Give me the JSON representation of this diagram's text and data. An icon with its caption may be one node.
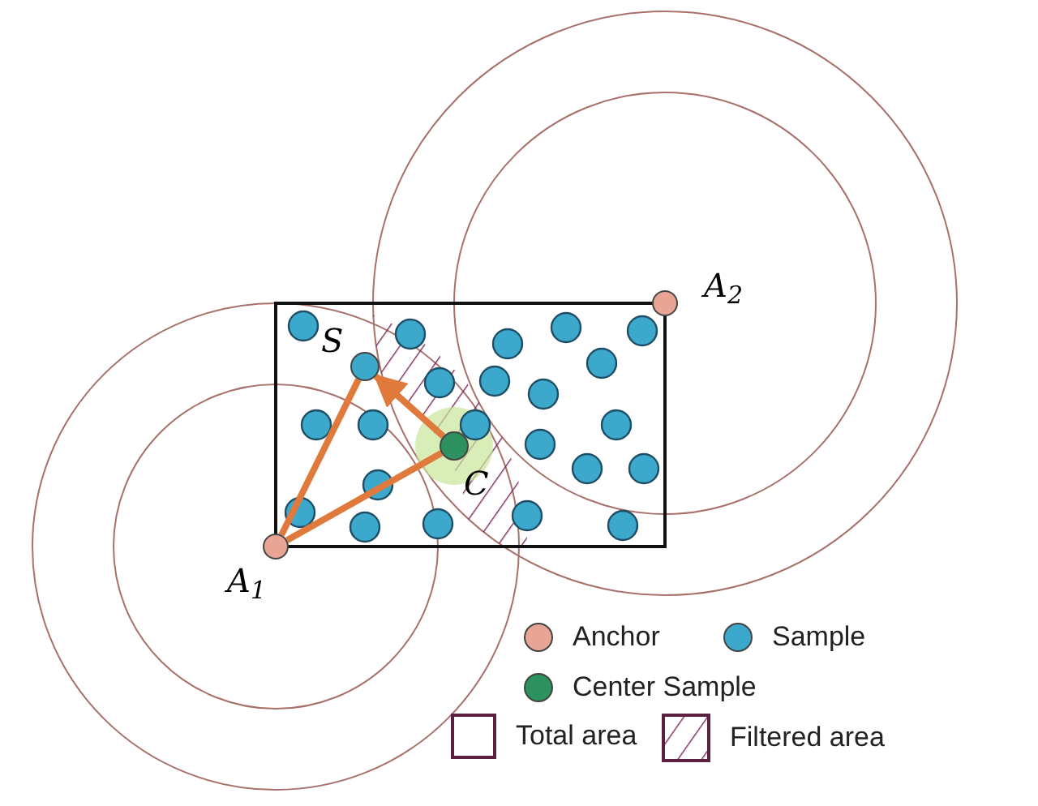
{
  "diagram": {
    "nodes": [
      {
        "text": [],
        "shape": "circle",
        "beside": [
          "A$_{1}$"
        ]
      },
      {
        "text": [],
        "shape": "circle",
        "beside": [
          "A$_{2}$"
        ]
      },
      {
        "text": [],
        "shape": "circle",
        "beside": [
          "S"
        ]
      },
      {
        "text": [],
        "shape": "circle",
        "beside": [
          "C"
        ]
      }
    ],
    "edges": [
      {
        "from": 0,
        "to": 2,
        "arrow": "none"
      },
      {
        "from": 0,
        "to": 3,
        "arrow": "none"
      },
      {
        "from": 3,
        "to": 2,
        "arrow": "to"
      }
    ],
    "legend": [
      {
        "text": "Anchor",
        "color": "#e8a596"
      },
      {
        "text": "Sample",
        "color": "#3ca9cc"
      },
      {
        "text": "Center Sample",
        "color": "#2e9160"
      },
      {
        "text": "Total area"
      },
      {
        "text": "Filtered area"
      }
    ]
  }
}
